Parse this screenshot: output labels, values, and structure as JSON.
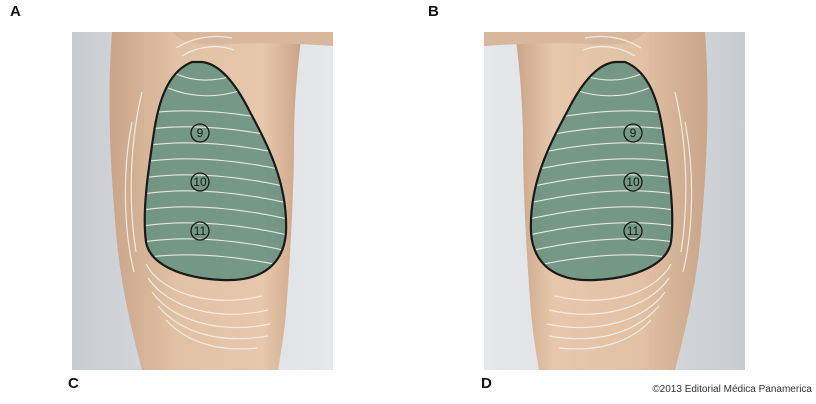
{
  "labels": {
    "top_left": "A",
    "top_right": "B",
    "bottom_left": "C",
    "bottom_right": "D"
  },
  "panels": [
    {
      "side": "left-lateral",
      "rib_labels": [
        "9",
        "10",
        "11"
      ]
    },
    {
      "side": "right-lateral",
      "rib_labels": [
        "9",
        "10",
        "11"
      ]
    }
  ],
  "copyright": "©2013 Editorial Médica Panamerica",
  "colors": {
    "background": "#ffffff",
    "lung_fill": "#5b8f7e",
    "lung_outline": "#1a1a1a",
    "rib_lines": "#f4f1ec"
  }
}
